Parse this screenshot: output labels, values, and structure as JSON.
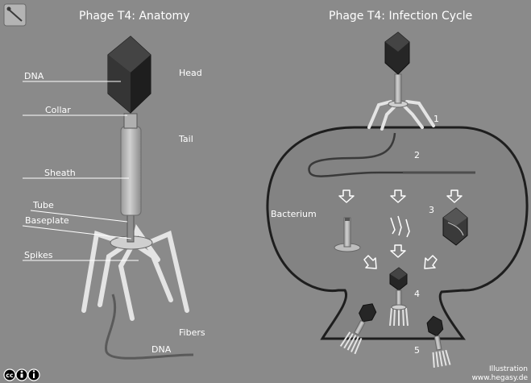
{
  "titles": {
    "anatomy": "Phage T4: Anatomy",
    "cycle": "Phage T4: Infection Cycle"
  },
  "anatomy_labels": {
    "dna": "DNA",
    "head": "Head",
    "collar": "Collar",
    "tail": "Tail",
    "sheath": "Sheath",
    "tube": "Tube",
    "baseplate": "Baseplate",
    "spikes": "Spikes",
    "fibers": "Fibers",
    "dna_bottom": "DNA"
  },
  "cycle": {
    "bacterium_label": "Bacterium",
    "steps": [
      "1",
      "2",
      "3",
      "4",
      "5"
    ]
  },
  "credit": {
    "line1": "Illustration",
    "line2": "www.hegasy.de"
  },
  "license_icons": [
    "cc-icon",
    "by-icon",
    "info-icon"
  ],
  "icons": [
    "phage-app-icon"
  ],
  "colors": {
    "background": "#8a8a8a",
    "capsid_dark": "#2a2a2a",
    "tail_light": "#bdbdbd",
    "fiber_light": "#e2e2e2",
    "label_text": "#ffffff"
  }
}
